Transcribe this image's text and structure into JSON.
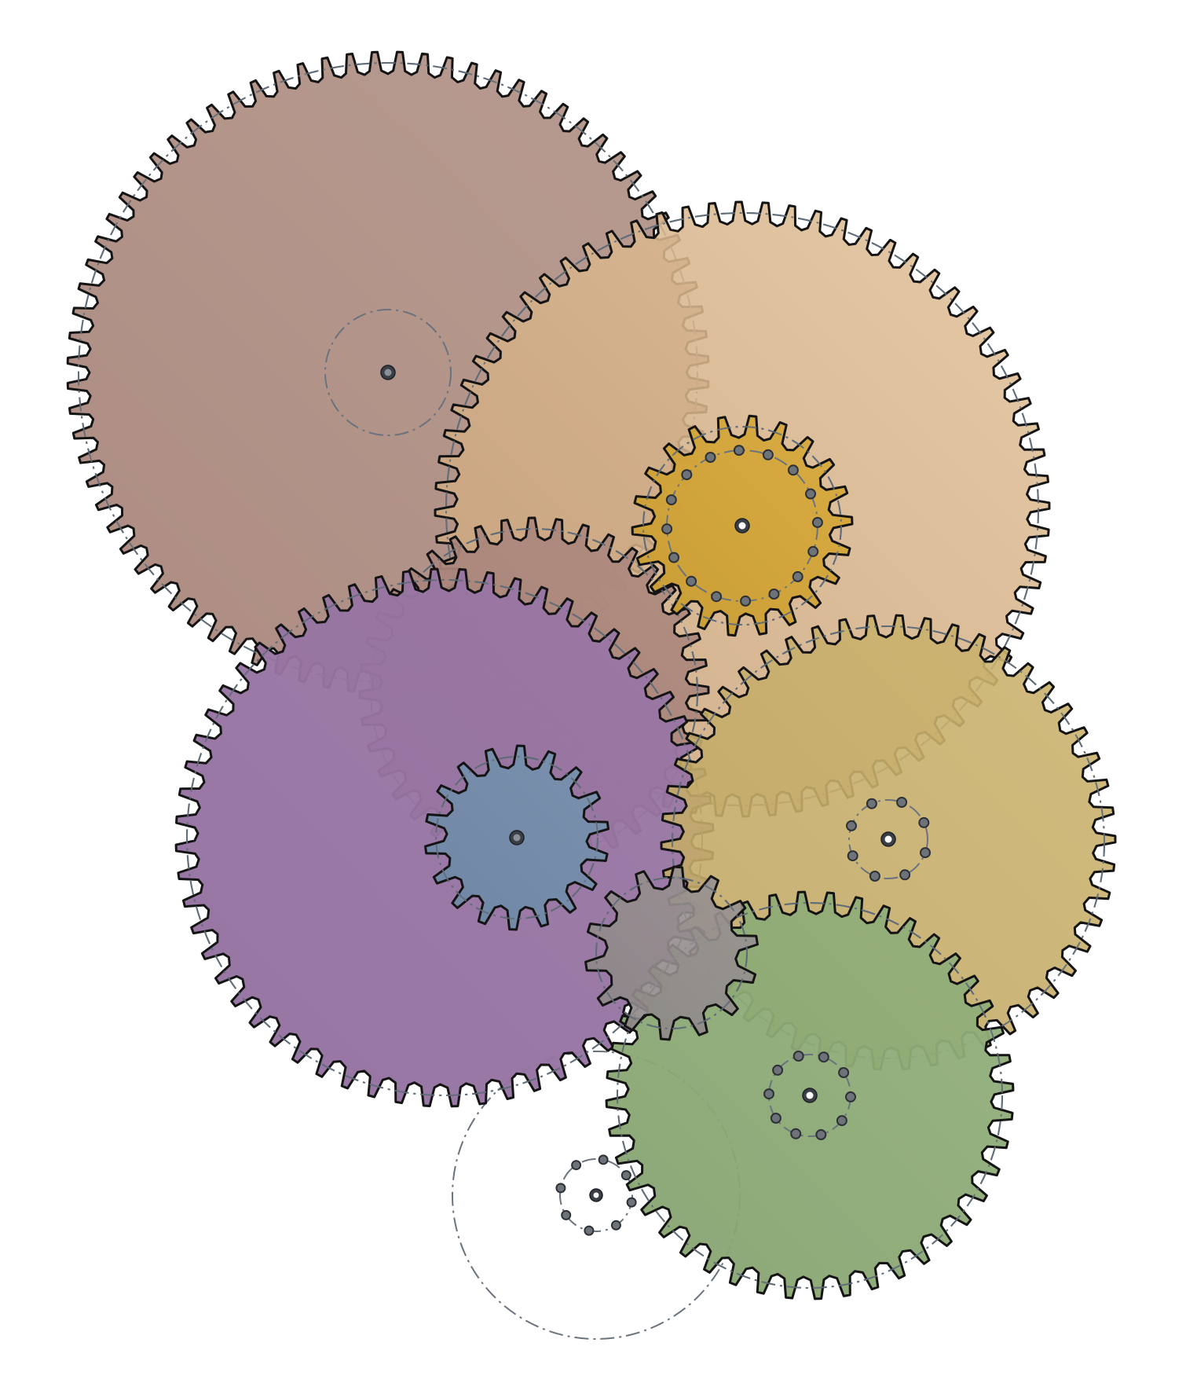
{
  "diagram": {
    "kind": "gear-train",
    "gears": [
      {
        "id": "large-rose",
        "teeth": 80,
        "color": "#ad8c82",
        "shade": "#b89c91",
        "mesh_with": [
          "tan",
          "purple"
        ]
      },
      {
        "id": "tan",
        "teeth": 72,
        "color": "#c8a27a",
        "shade": "#e2c29a",
        "mesh_with": [
          "large-rose",
          "gold",
          "mauve"
        ]
      },
      {
        "id": "mauve",
        "teeth": 40,
        "color": "#a57f78",
        "shade": "#ae8a7f",
        "mesh_with": [
          "tan",
          "purple",
          "olive-tan"
        ]
      },
      {
        "id": "gold",
        "teeth": 22,
        "color": "#c89b2e",
        "shade": "#d9ab3c",
        "mesh_with": [
          "tan"
        ]
      },
      {
        "id": "purple",
        "teeth": 60,
        "color": "#9270a0",
        "shade": "#9b78a5",
        "mesh_with": [
          "large-rose",
          "mauve",
          "grey"
        ]
      },
      {
        "id": "blue",
        "teeth": 18,
        "color": "#6e86a5",
        "shade": "#7a92ae",
        "mesh_with": []
      },
      {
        "id": "olive-tan",
        "teeth": 50,
        "color": "#c0a766",
        "shade": "#ccb46f",
        "mesh_with": [
          "mauve",
          "green"
        ]
      },
      {
        "id": "green",
        "teeth": 44,
        "color": "#86a370",
        "shade": "#94b07c",
        "mesh_with": [
          "olive-tan",
          "grey"
        ]
      },
      {
        "id": "grey",
        "teeth": 14,
        "color": "#8c8686",
        "shade": "#9a9393",
        "mesh_with": [
          "purple",
          "green"
        ]
      },
      {
        "id": "dashed-ghost",
        "teeth": 0,
        "color": "none",
        "shade": "none",
        "mesh_with": []
      }
    ],
    "icons": [
      "hub-icon",
      "bolt-hole-icon",
      "pitch-circle-icon"
    ]
  }
}
